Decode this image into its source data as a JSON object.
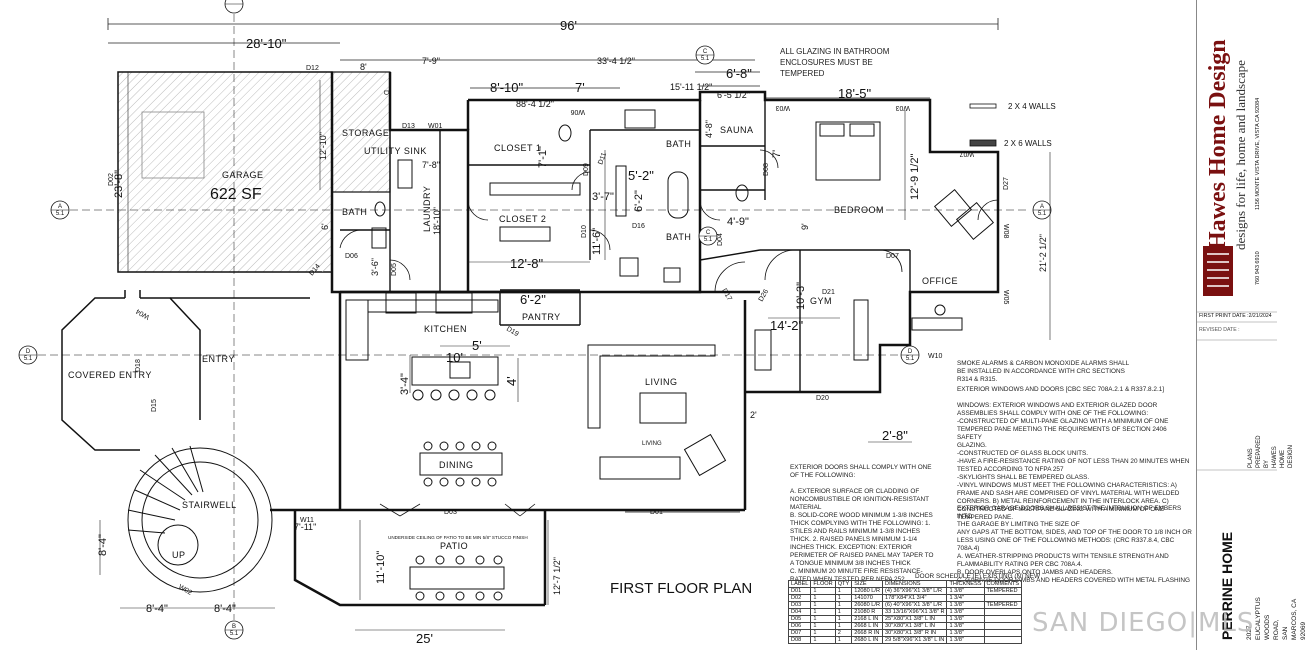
{
  "plan_title": "FIRST FLOOR PLAN",
  "glazing_note": "ALL GLAZING IN BATHROOM\nENCLOSURES MUST BE\nTEMPERED",
  "rooms": {
    "garage": "GARAGE",
    "garage_area": "622 SF",
    "storage": "STORAGE",
    "utility_sink": "UTILITY SINK",
    "laundry": "LAUNDRY",
    "bath1": "BATH",
    "closet1": "CLOSET 1",
    "closet2": "CLOSET 2",
    "bath2": "BATH",
    "bath3": "BATH",
    "sauna": "SAUNA",
    "bedroom": "BEDROOM",
    "office": "OFFICE",
    "gym": "GYM",
    "pantry": "PANTRY",
    "kitchen": "KITCHEN",
    "entry": "ENTRY",
    "covered_entry": "COVERED ENTRY",
    "living": "LIVING",
    "living_small": "LIVING",
    "dining": "DINING",
    "stairwell": "STAIRWELL",
    "up": "UP",
    "patio": "PATIO",
    "patio_note": "UNDERSIDE CEILING OF PATIO TO BE MIN 5/8\" STUCCO FINISH"
  },
  "dimensions": {
    "overall": "96'",
    "garage_w": "28'-10\"",
    "d_8": "8'",
    "d_7_9": "7'-9\"",
    "d_33_4": "33'-4 1/2\"",
    "d_8_10": "8'-10\"",
    "d_7": "7'",
    "d_15_11": "15'-11 1/2\"",
    "d_6_8": "6'-8\"",
    "d_6_5": "6'-5 1/2\"",
    "d_18_5": "18'-5\"",
    "d_88_4": "88'-4 1/2\"",
    "d_23_8": "23'-8\"",
    "d_12_10": "12'-10\"",
    "d_7_8": "7'-8\"",
    "d_18_10": "18'-10\"",
    "d_7_1": "7'-1\"",
    "d_5_2": "5'-2\"",
    "d_3_7": "3'-7\"",
    "d_6_2v": "6'-2\"",
    "d_11_6": "11'-6\"",
    "d_4_9": "4'-9\"",
    "d_4_8": "4'-8\"",
    "d_7b": "7'",
    "d_12_9": "12'-9 1/2\"",
    "d_21_2": "21'-2 1/2\"",
    "d_12_8": "12'-8\"",
    "d_6_2": "6'-2\"",
    "d_10_3": "10'-3\"",
    "d_14_2": "14'-2\"",
    "d_5": "5'",
    "d_10": "10'",
    "d_3_4": "3'-4\"",
    "d_4": "4'",
    "d_2": "2'",
    "d_2_8": "2'-8\"",
    "d_7_11": "7'-11\"",
    "d_8_4": "8'-4\"",
    "d_8_4a": "8'-4\"",
    "d_8_4b": "8'-4\"",
    "d_11_10": "11'-10\"",
    "d_12_7": "12'-7 1/2\"",
    "d_25": "25'",
    "d_3_6": "3'-6\"",
    "d_6": "6'",
    "d_9": "9'"
  },
  "tags": {
    "D12": "D12",
    "D02": "D02",
    "D13": "D13",
    "W01": "W01",
    "D06": "D06",
    "D05": "D05",
    "D14": "D14",
    "W06": "W06",
    "D11": "D11",
    "D10": "D10",
    "D09": "D09",
    "D16": "D16",
    "D04": "D04",
    "D08": "D08",
    "W03a": "W03",
    "W03b": "W03",
    "W07": "W07",
    "D27": "D27",
    "D07": "D07",
    "W08": "W08",
    "W05": "W05",
    "W10": "W10",
    "D21": "D21",
    "D17": "D17",
    "D20": "D20",
    "D18": "D18",
    "W04": "W04",
    "D03": "D03",
    "D01": "D01",
    "W11": "W11",
    "D15": "D15",
    "D19": "D19",
    "W02": "W02",
    "D26": "D26",
    "DA": "D"
  },
  "section_marks": {
    "a_label": "A",
    "a_sheet": "5.1",
    "b_label": "B",
    "b_sheet": "5.1",
    "c_label": "C",
    "c_sheet": "5.1",
    "d_label": "D",
    "d_sheet": "5.1"
  },
  "legend": {
    "walls_2x4": "2 X 4 WALLS",
    "walls_2x6": "2 X 6 WALLS"
  },
  "notes": {
    "smoke": "SMOKE ALARMS & CARBON MONOXIDE ALARMS SHALL\nBE INSTALLED IN ACCORDANCE WITH CRC SECTIONS\nR314 & R315.",
    "ext_wd": "EXTERIOR WINDOWS AND DOORS [CBC SEC 708A.2.1 & R337.8.2.1]",
    "windows": "WINDOWS: EXTERIOR WINDOWS AND EXTERIOR GLAZED DOOR\nASSEMBLIES SHALL COMPLY WITH ONE OF THE FOLLOWING:\n-CONSTRUCTED OF MULTI-PANE GLAZING WITH A MINIMUM OF ONE\nTEMPERED PANE MEETING THE REQUIREMENTS OF SECTION 2406 SAFETY\nGLAZING.\n-CONSTRUCTED OF GLASS BLOCK UNITS.\n-HAVE A FIRE-RESISTANCE RATING OF NOT LESS THAN 20 MINUTES WHEN\nTESTED ACCORDING TO NFPA 257\n-SKYLIGHTS SHALL BE TEMPERED GLASS.\n-VINYL WINDOWS MUST MEET THE FOLLOWING CHARACTERISTICS: A)\nFRAME AND SASH ARE COMPRISED OF VINYL MATERIAL WITH WELDED\nCORNERS.  B) METAL REINFORCEMENT IN THE INTERLOCK AREA.  C)\nCONSTRUCTED OF MULTIPANE GLAZING WITH A MINIMUM OF ONE\nTEMPERED PANE.",
    "garage_doors": "EXTERIOR GARAGE DOORS SHALL RESIST THE INTRUSION OF EMBERS INTO\nTHE GARAGE BY LIMITING THE SIZE OF\nANY GAPS AT THE BOTTOM, SIDES, AND TOP OF THE DOOR TO 1/8 INCH OR\nLESS USING ONE OF THE FOLLOWING METHODS: (CRC R337.8.4, CBC 708A.4)\nA. WEATHER-STRIPPING PRODUCTS WITH TENSILE STRENGTH AND\nFLAMMABILITY RATING PER CBC 708A.4.\nB. DOOR OVERLAPS ONTO JAMBS AND HEADERS.\nC. GARAGE DOORJAMBS AND HEADERS COVERED WITH METAL FLASHING",
    "ext_doors": "EXTERIOR DOORS SHALL COMPLY WITH ONE\nOF THE FOLLOWING:\n\nA. EXTERIOR SURFACE OR CLADDING OF\nNONCOMBUSTIBLE OR IGNITION-RESISTANT\nMATERIAL\nB. SOLID-CORE WOOD MINIMUM 1-3/8 INCHES\nTHICK COMPLYING WITH THE FOLLOWING: 1.\nSTILES AND RAILS MINIMUM 1-3/8 INCHES\nTHICK. 2. RAISED PANELS MINIMUM 1-1/4\nINCHES THICK. EXCEPTION: EXTERIOR\nPERIMETER OF RAISED PANEL MAY TAPER TO\nA TONGUE MINIMUM 3/8 INCHES THICK\nC. MINIMUM 20 MINUTE FIRE RESISTANCE-\nRATED WHEN TESTED PER NFPA 252."
  },
  "door_schedule": {
    "title": "DOOR SCHEDULE (E) EXISTING (N) NEW",
    "headers": [
      "LABEL",
      "FLOOR",
      "QTY",
      "SIZE",
      "DIMENSIONS",
      "THICKNESS",
      "COMMENTS"
    ],
    "rows": [
      [
        "D01",
        "1",
        "1",
        "12080 L/R",
        "(4) 36\"X96\"X1 3/8\" L/R",
        "1 3/8\"",
        "TEMPERED"
      ],
      [
        "D02",
        "1",
        "1",
        "141070",
        "178\"X84\"X1 3/4\"",
        "1 3/4\"",
        ""
      ],
      [
        "D03",
        "1",
        "1",
        "26080 L/R",
        "(6) 40\"X96\"X1 3/8\" L/R",
        "1 3/8\"",
        "TEMPERED"
      ],
      [
        "D04",
        "1",
        "1",
        "21080 R",
        "33 13/16\"X96\"X1 3/8\" R",
        "1 3/8\"",
        ""
      ],
      [
        "D05",
        "1",
        "1",
        "2168 L IN",
        "25\"X80\"X1 3/8\" L IN",
        "1 3/8\"",
        ""
      ],
      [
        "D06",
        "1",
        "1",
        "2668 L IN",
        "30\"X80\"X1 3/8\" L IN",
        "1 3/8\"",
        ""
      ],
      [
        "D07",
        "1",
        "2",
        "2668 R IN",
        "30\"X80\"X1 3/8\" R IN",
        "1 3/8\"",
        ""
      ],
      [
        "D08",
        "1",
        "1",
        "2680 L IN",
        "29 5/8\"X96\"X1 3/8\" L IN",
        "1 3/8\"",
        ""
      ]
    ]
  },
  "title_block": {
    "firm": "Hawes Home Design",
    "tagline": "designs for life, home and landscape",
    "address": "1156 MONTE VISTA DRIVE, VISTA CA 92084",
    "phone": "760 943 6910",
    "first_print": "FIRST PRINT DATE :2/21/2024",
    "revised": "REVISED DATE :",
    "prepared": "PLANS PREPARED BY\nHAWES HOME DESIGN",
    "project": "PERRINE HOME",
    "project_address": "2027 EUCALYPTUS WOODS ROAD,\nSAN MARCOS, CA 92069"
  },
  "watermark": "SAN DIEGO|MLS"
}
